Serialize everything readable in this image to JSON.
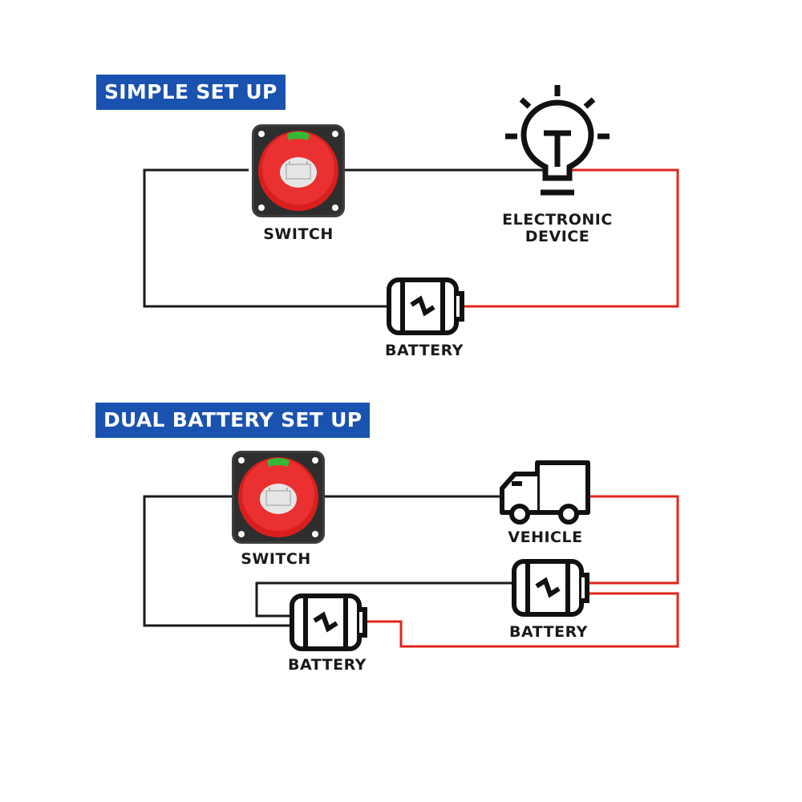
{
  "sections": [
    {
      "id": "simple",
      "title": "SIMPLE SET UP",
      "components": {
        "switch": {
          "label": "SWITCH",
          "icon": "battery-disconnect-switch"
        },
        "device": {
          "label_line1": "ELECTRONIC",
          "label_line2": "DEVICE",
          "icon": "light-bulb"
        },
        "battery": {
          "label": "BATTERY",
          "icon": "battery"
        }
      }
    },
    {
      "id": "dual",
      "title": "DUAL BATTERY SET UP",
      "components": {
        "switch": {
          "label": "SWITCH",
          "icon": "battery-disconnect-switch"
        },
        "vehicle": {
          "label": "VEHICLE",
          "icon": "truck"
        },
        "battery_1": {
          "label": "BATTERY",
          "icon": "battery"
        },
        "battery_2": {
          "label": "BATTERY",
          "icon": "battery"
        }
      }
    }
  ],
  "colors": {
    "banner": "#1a52b0",
    "negative_wire": "#1a1a1a",
    "positive_wire": "#e0261c",
    "switch_knob": "#e0261c",
    "switch_base": "#3a3a3a",
    "switch_indicator": "#35b835"
  }
}
